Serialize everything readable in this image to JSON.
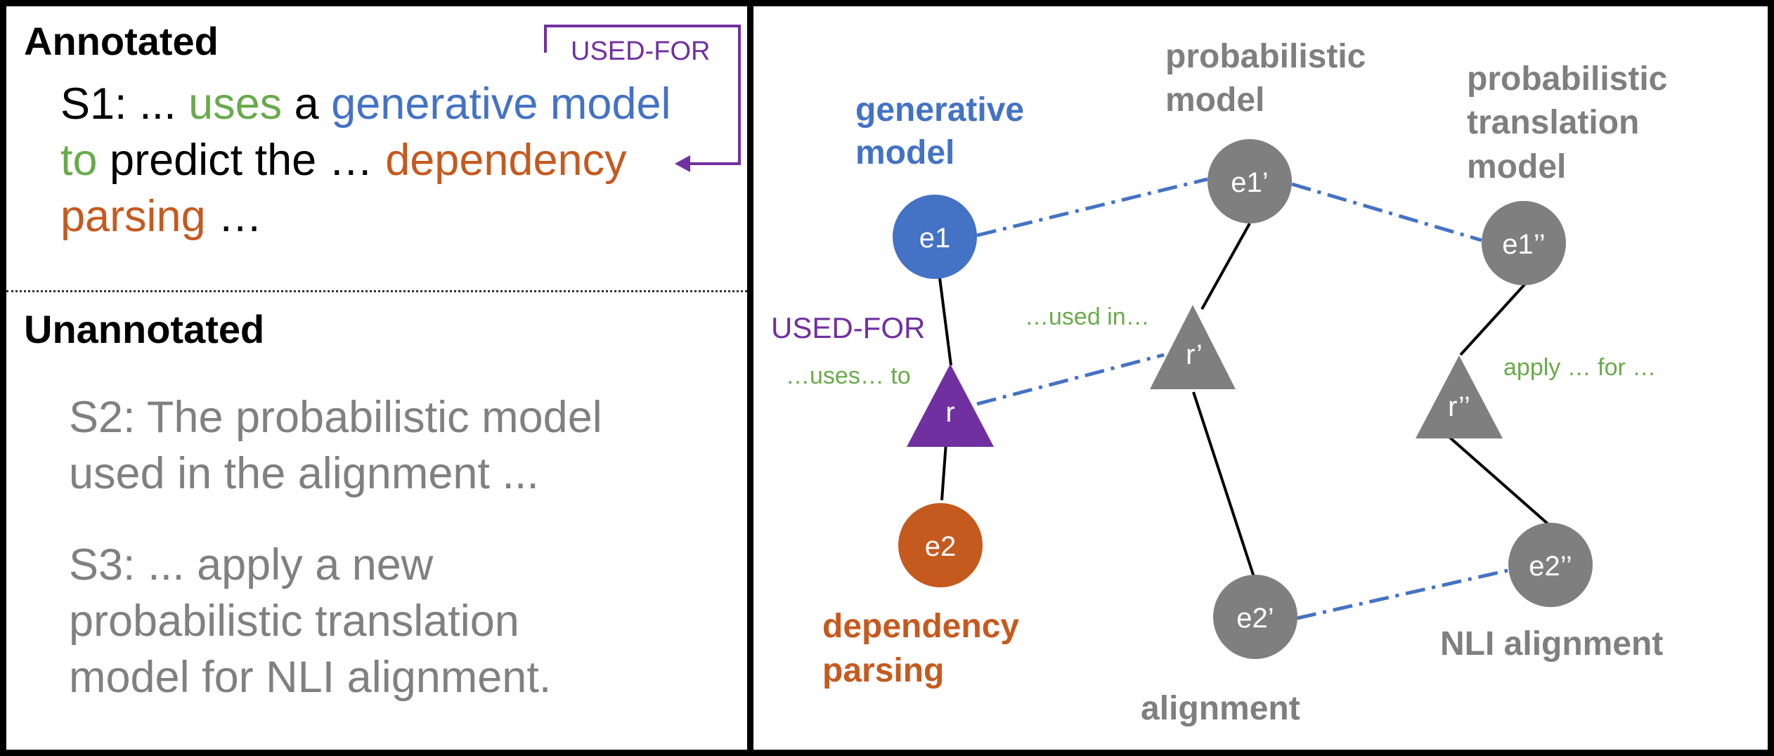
{
  "annotated": {
    "title": "Annotated",
    "relation_label": "USED-FOR",
    "s1": {
      "prefix": "S1: ... ",
      "uses": "uses",
      "a": " a ",
      "entity1": "generative model",
      "to": "to",
      "predict": " predict the … ",
      "entity2_line1": "dependency",
      "entity2_line2": "parsing",
      "suffix": " …"
    }
  },
  "unannotated": {
    "title": "Unannotated",
    "s2_line1": "S2: The probabilistic model",
    "s2_line2": "used in the alignment ...",
    "s3_line1": "S3: ... apply a new",
    "s3_line2": "probabilistic translation",
    "s3_line3": "model for NLI alignment."
  },
  "graph": {
    "colors": {
      "blue": "#4472c4",
      "orange": "#c55a1f",
      "purple": "#7030a0",
      "gray": "#7f7f7f",
      "green": "#6aaa4c"
    },
    "nodes": {
      "e1": "e1",
      "r": "r",
      "e2": "e2",
      "e1p": "e1’",
      "rp": "r’",
      "e2p": "e2’",
      "e1pp": "e1’’",
      "rpp": "r’’",
      "e2pp": "e2’’"
    },
    "labels": {
      "generative_model_1": "generative",
      "generative_model_2": "model",
      "used_for": "USED-FOR",
      "uses_to": "…uses… to",
      "dependency_parsing_1": "dependency",
      "dependency_parsing_2": "parsing",
      "probabilistic_model_1": "probabilistic",
      "probabilistic_model_2": "model",
      "used_in": "…used in…",
      "alignment": "alignment",
      "prob_trans_model_1": "probabilistic",
      "prob_trans_model_2": "translation",
      "prob_trans_model_3": "model",
      "apply_for": "apply … for …",
      "nli_alignment": "NLI alignment"
    }
  }
}
